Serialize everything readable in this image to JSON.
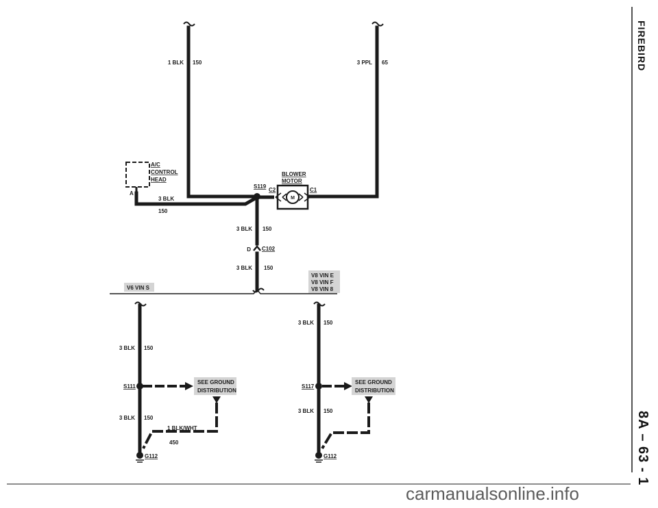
{
  "side_title": "FIREBIRD",
  "page_number": "8A – 63 - 1",
  "watermark": "carmanualsonline.info",
  "wires": {
    "top_left": {
      "color": "1 BLK",
      "circuit": "150"
    },
    "top_right": {
      "color": "3 PPL",
      "circuit": "65"
    },
    "ac_to_s119": {
      "color": "3 BLK",
      "circuit": "150"
    },
    "s119_down": {
      "color": "3 BLK",
      "circuit": "150"
    },
    "c102_down": {
      "color": "3 BLK",
      "circuit": "150"
    },
    "left_branch_upper": {
      "color": "3 BLK",
      "circuit": "150"
    },
    "left_branch_lower": {
      "color": "3 BLK",
      "circuit": "150"
    },
    "left_ground": {
      "color": "1 BLK/WHT",
      "circuit": "450"
    },
    "right_branch_upper": {
      "color": "3 BLK",
      "circuit": "150"
    },
    "right_branch_lower": {
      "color": "3 BLK",
      "circuit": "150"
    }
  },
  "components": {
    "ac_head": {
      "line1": "A/C",
      "line2": "CONTROL",
      "line3": "HEAD",
      "pin": "A"
    },
    "blower": {
      "line1": "BLOWER",
      "line2": "MOTOR",
      "symbol": "M",
      "conn_left": "C2",
      "conn_right": "C1"
    },
    "splice_s119": "S119",
    "connector_c102": {
      "label": "C102",
      "pin": "D"
    },
    "splice_s111": "S111",
    "splice_s117": "S117",
    "ground_left": "G112",
    "ground_right": "G112"
  },
  "variants": {
    "left": "V6 VIN S",
    "right": [
      "V8 VIN E",
      "V8 VIN F",
      "V8 VIN 8"
    ]
  },
  "see_ground": {
    "line1": "SEE GROUND",
    "line2": "DISTRIBUTION"
  }
}
